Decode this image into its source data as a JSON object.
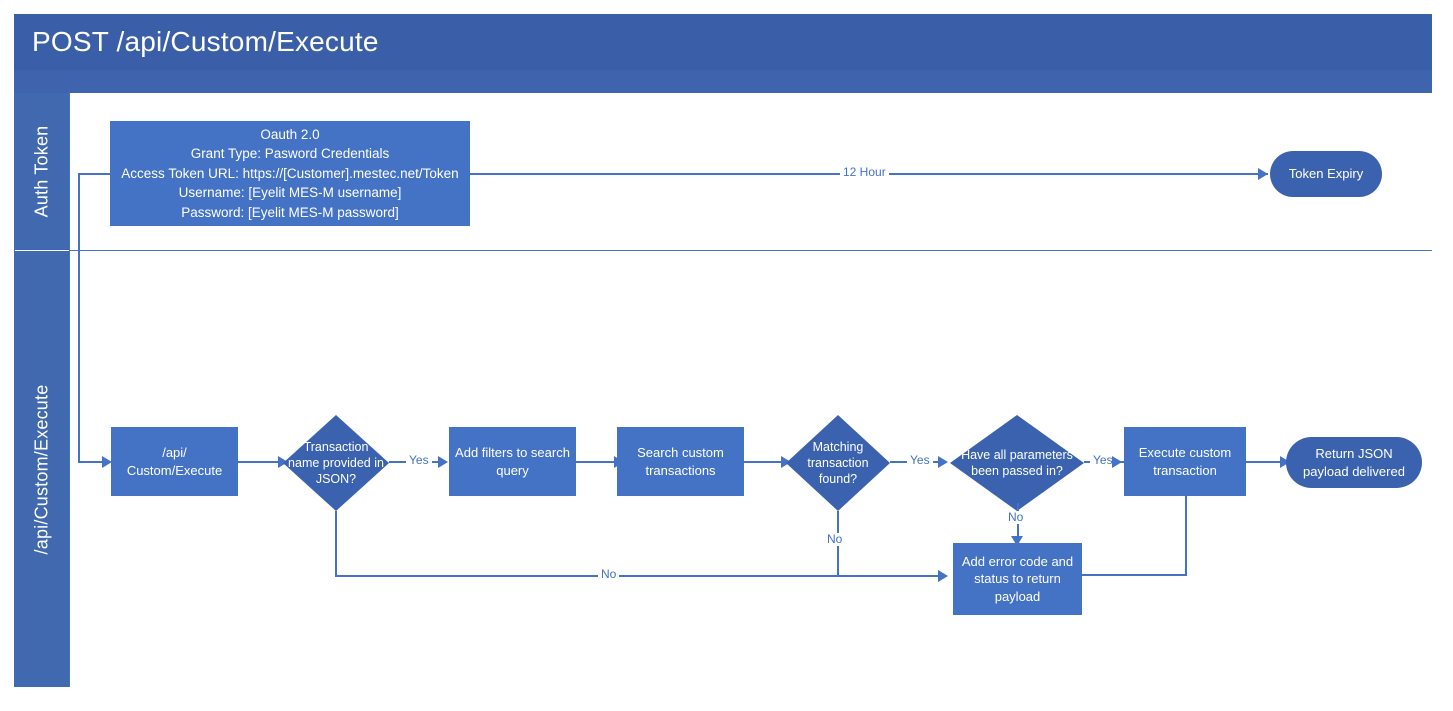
{
  "header": {
    "title": "POST /api/Custom/Execute"
  },
  "lanes": [
    {
      "id": "auth",
      "label": "Auth Token"
    },
    {
      "id": "execute",
      "label": "/api/Custom/Execute"
    }
  ],
  "colors": {
    "header_band": "#3A5FA8",
    "subheader_band": "#3F63AD",
    "lane_label": "#4169B0",
    "process_fill": "#4472C4",
    "decision_fill": "#3B62AE",
    "terminator_fill": "#3B62AE",
    "connector": "#4472C4",
    "node_text": "#FFFFFF",
    "canvas": "#FFFFFF"
  },
  "nodes": {
    "oauth": {
      "shape": "rect",
      "lines": [
        "Oauth 2.0",
        "Grant Type: Pasword Credentials",
        "Access Token URL: https://[Customer].mestec.net/Token",
        "Username: [Eyelit MES-M username]",
        "Password: [Eyelit MES-M password]"
      ]
    },
    "token_expiry": {
      "shape": "stadium",
      "label": "Token Expiry"
    },
    "api_entry": {
      "shape": "rect",
      "label": "/api/\nCustom/Execute"
    },
    "transaction_name": {
      "shape": "diamond",
      "label": "Transaction name provided in JSON?"
    },
    "add_filters": {
      "shape": "rect",
      "label": "Add filters to search query"
    },
    "search_transactions": {
      "shape": "rect",
      "label": "Search custom transactions"
    },
    "matching_found": {
      "shape": "diamond",
      "label": "Matching transaction found?"
    },
    "params_passed": {
      "shape": "diamond",
      "label": "Have all parameters been passed in?"
    },
    "execute_custom": {
      "shape": "rect",
      "label": "Execute custom transaction"
    },
    "return_json": {
      "shape": "stadium",
      "label": "Return JSON payload delivered"
    },
    "add_error": {
      "shape": "rect",
      "label": "Add error code and status to return payload"
    }
  },
  "edge_labels": {
    "token_expiry": "12 Hour",
    "transaction_yes": "Yes",
    "transaction_no": "No",
    "matching_yes": "Yes",
    "matching_no": "No",
    "params_yes": "Yes",
    "params_no": "No"
  }
}
